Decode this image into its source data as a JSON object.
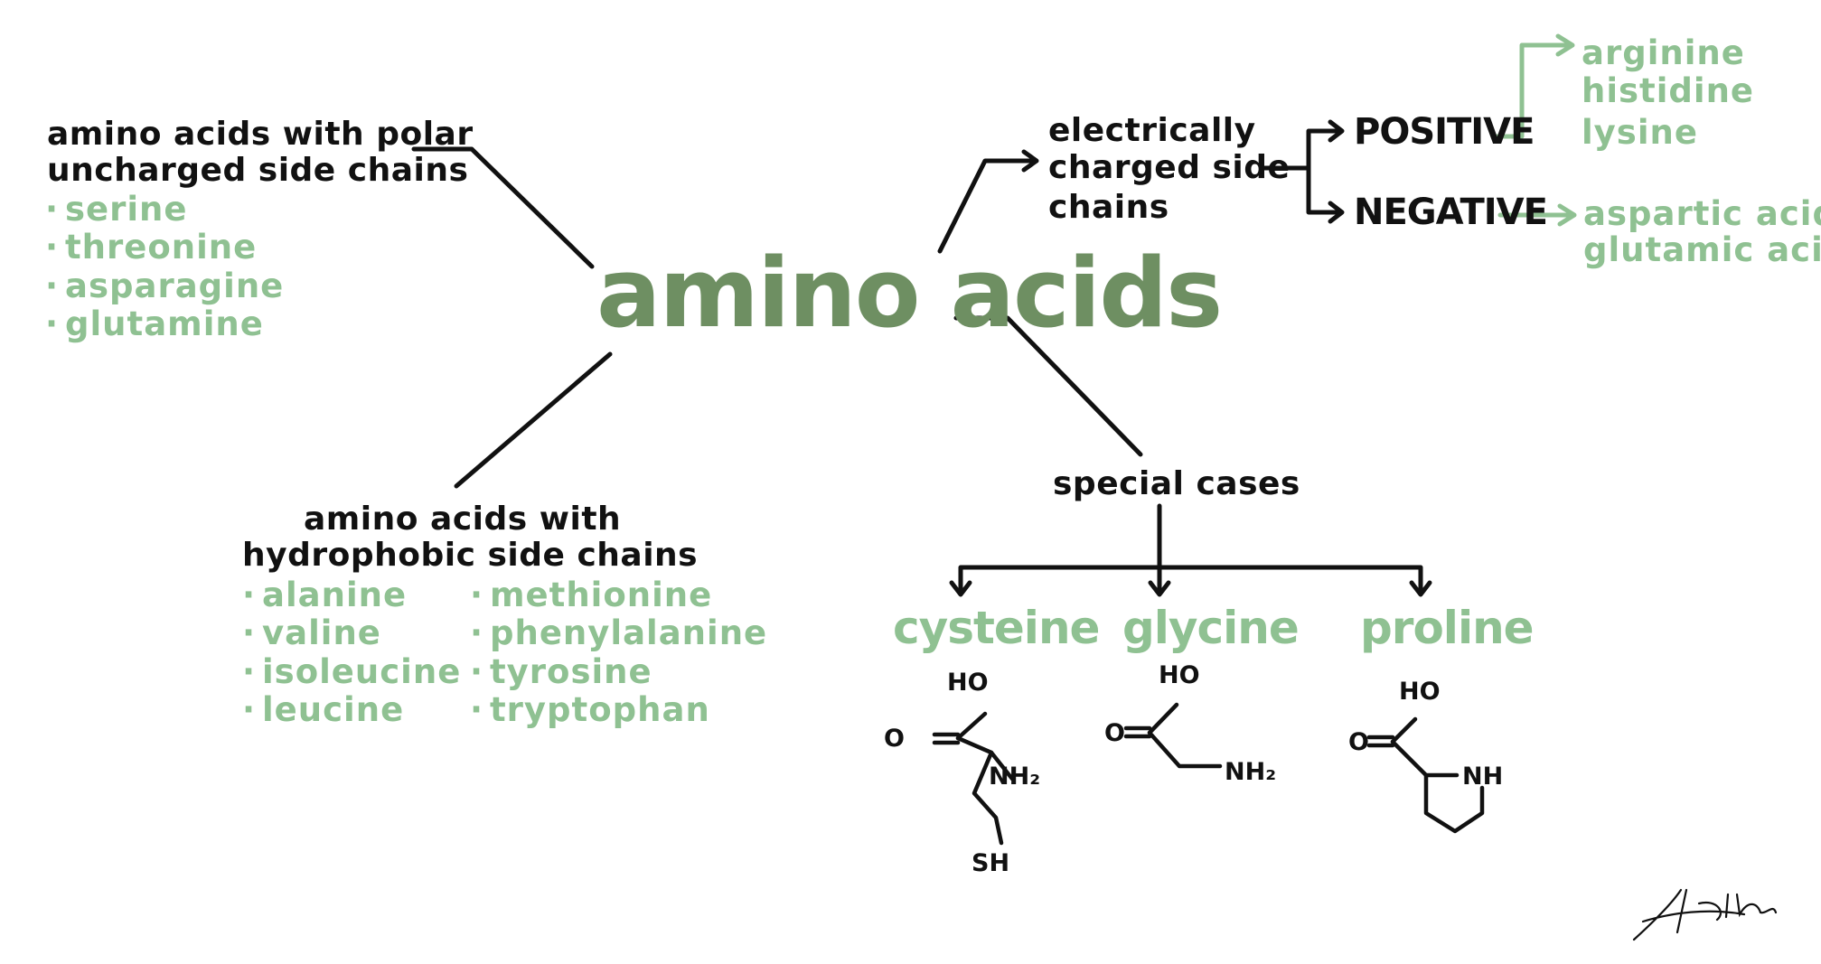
{
  "central": {
    "title": "amino acids"
  },
  "polar": {
    "heading_line1": "amino acids with polar",
    "heading_line2": "uncharged side chains",
    "items": [
      "serine",
      "threonine",
      "asparagine",
      "glutamine"
    ]
  },
  "hydrophobic": {
    "heading_line1": "amino acids with",
    "heading_line2": "hydrophobic side chains",
    "left_items": [
      "alanine",
      "valine",
      "isoleucine",
      "leucine"
    ],
    "right_items": [
      "methionine",
      "phenylalanine",
      "tyrosine",
      "tryptophan"
    ]
  },
  "charged": {
    "heading_line1": "electrically",
    "heading_line2": "charged side",
    "heading_line3": "chains",
    "positive": {
      "label": "POSITIVE",
      "items": [
        "arginine",
        "histidine",
        "lysine"
      ]
    },
    "negative": {
      "label": "NEGATIVE",
      "items": [
        "aspartic acid",
        "glutamic acid"
      ]
    }
  },
  "special": {
    "heading": "special cases",
    "cases": [
      {
        "name": "cysteine",
        "labels": {
          "ho": "HO",
          "o": "O",
          "nh2": "NH₂",
          "sh": "SH"
        }
      },
      {
        "name": "glycine",
        "labels": {
          "ho": "HO",
          "o": "O",
          "nh2": "NH₂"
        }
      },
      {
        "name": "proline",
        "labels": {
          "ho": "HO",
          "o": "O",
          "nh": "NH"
        }
      }
    ]
  },
  "signature": "K Holder",
  "colors": {
    "title": "#6e8f62",
    "accent": "#8fc192",
    "ink": "#111111"
  }
}
